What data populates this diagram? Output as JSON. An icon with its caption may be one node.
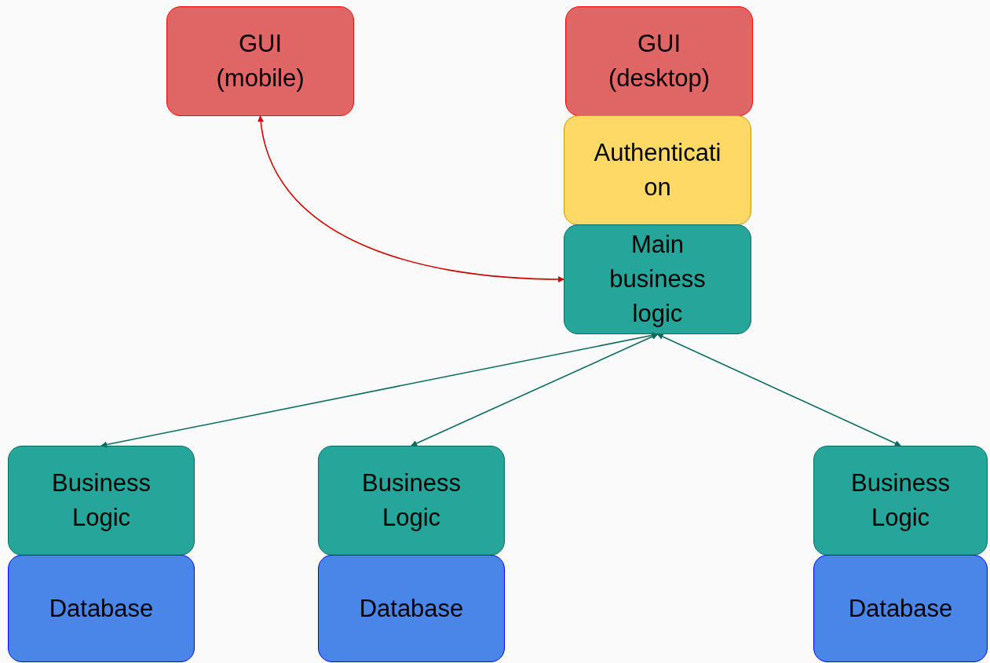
{
  "diagram": {
    "nodes": [
      {
        "text": [
          "GUI (mobile)"
        ]
      },
      {
        "text": [
          "GUI (desktop)"
        ]
      },
      {
        "text": [
          "Authentication"
        ]
      },
      {
        "text": [
          "Main business logic"
        ]
      },
      {
        "text": [
          "Business Logic"
        ]
      },
      {
        "text": [
          "Business Logic"
        ]
      },
      {
        "text": [
          "Business Logic"
        ]
      },
      {
        "text": [
          "Database"
        ]
      },
      {
        "text": [
          "Database"
        ]
      },
      {
        "text": [
          "Database"
        ]
      }
    ],
    "edges": [
      {
        "from": 0,
        "to": 3,
        "arrow": "both",
        "color": "#cc0000"
      },
      {
        "from": 3,
        "to": 4,
        "arrow": "both"
      },
      {
        "from": 3,
        "to": 5,
        "arrow": "both"
      },
      {
        "from": 3,
        "to": 6,
        "arrow": "both"
      }
    ]
  }
}
